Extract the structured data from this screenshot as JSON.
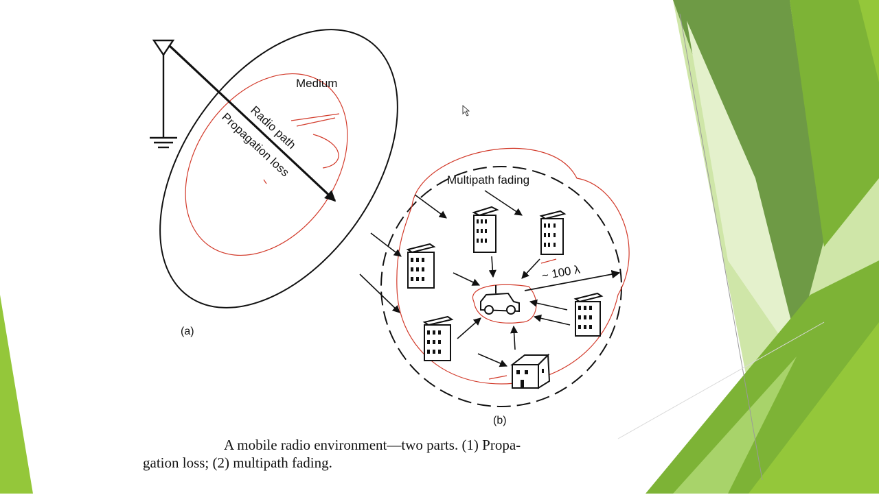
{
  "theme": {
    "accent_dark": "#6e9a45",
    "accent_mid": "#7db336",
    "accent_light": "#cfe6a8",
    "accent_lime": "#94c73a",
    "ink": "#111111",
    "annotation": "#d23a2a"
  },
  "diagram": {
    "part_a": {
      "medium_label": "Medium",
      "radio_path_label": "Radio path",
      "propagation_label": "Propagation loss",
      "panel_label": "(a)"
    },
    "part_b": {
      "multipath_label": "Multipath fading",
      "distance_label": "~ 100 λ",
      "panel_label": "(b)"
    },
    "caption": {
      "line1": "A mobile radio environment—two parts. (1) Propa-",
      "line2": "gation loss; (2) multipath fading."
    }
  }
}
